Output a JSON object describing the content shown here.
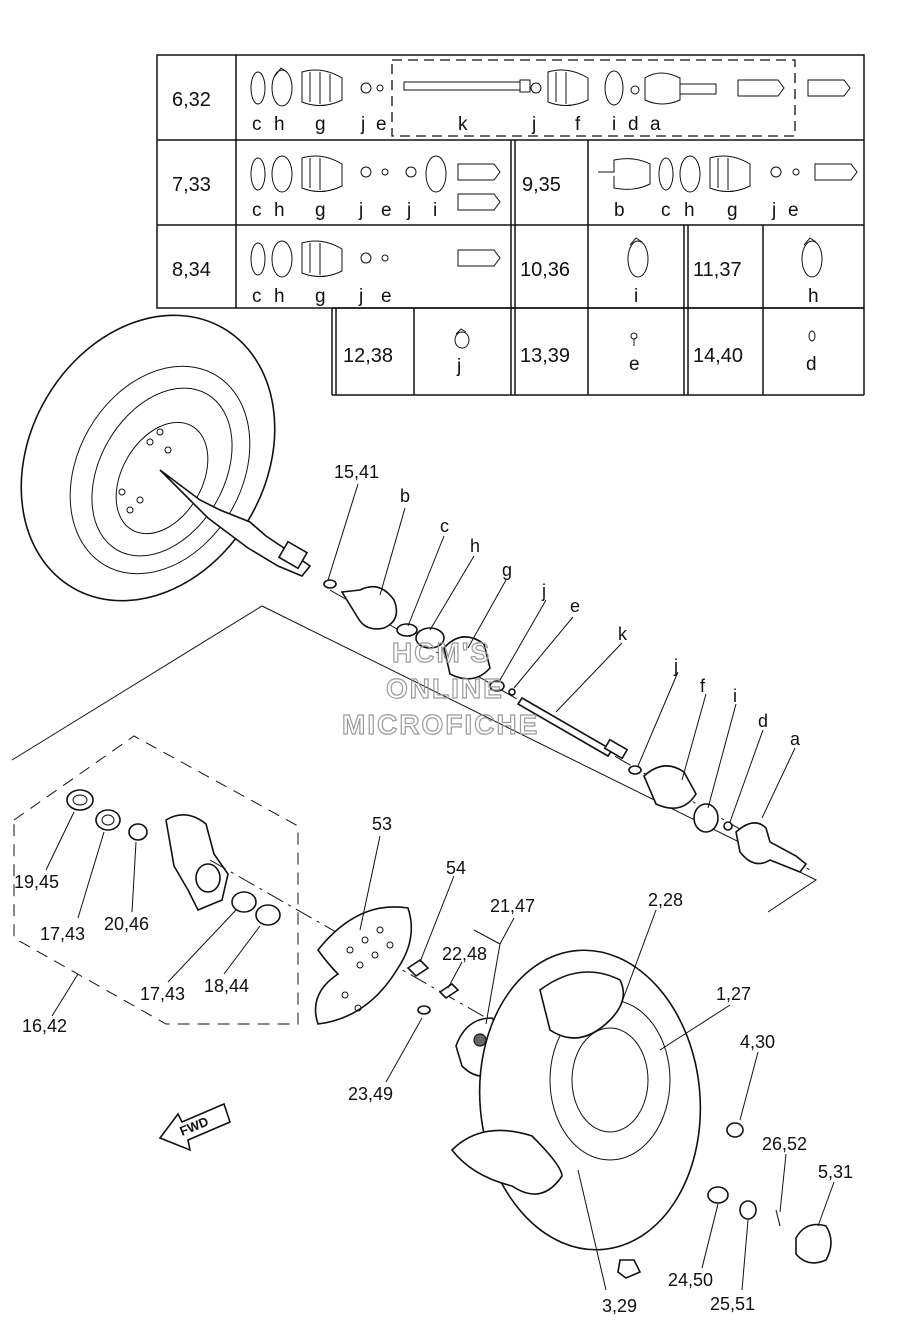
{
  "table": {
    "row1": {
      "ref": "6,32",
      "letters": [
        "c",
        "h",
        "g",
        "j",
        "e",
        "k",
        "j",
        "f",
        "i",
        "d",
        "a"
      ]
    },
    "row2": {
      "ref": "7,33",
      "letters": [
        "c",
        "h",
        "g",
        "j",
        "e",
        "j",
        "i"
      ],
      "ref_b": "9,35",
      "letters_b": [
        "b",
        "c",
        "h",
        "g",
        "j",
        "e"
      ]
    },
    "row3": {
      "ref": "8,34",
      "letters": [
        "c",
        "h",
        "g",
        "j",
        "e"
      ],
      "cells": [
        {
          "ref": "10,36",
          "letter": "i"
        },
        {
          "ref": "11,37",
          "letter": "h"
        }
      ]
    },
    "row4": {
      "cells": [
        {
          "ref": "12,38",
          "letter": "j"
        },
        {
          "ref": "13,39",
          "letter": "e"
        },
        {
          "ref": "14,40",
          "letter": "d"
        }
      ]
    }
  },
  "callouts": {
    "n15_41": "15,41",
    "b": "b",
    "c": "c",
    "h": "h",
    "g": "g",
    "j1": "j",
    "e": "e",
    "k": "k",
    "j2": "j",
    "f": "f",
    "i": "i",
    "d": "d",
    "a": "a",
    "n53": "53",
    "n54": "54",
    "n21_47": "21,47",
    "n2_28": "2,28",
    "n22_48": "22,48",
    "n1_27": "1,27",
    "n4_30": "4,30",
    "n26_52": "26,52",
    "n5_31": "5,31",
    "n23_49": "23,49",
    "n24_50": "24,50",
    "n25_51": "25,51",
    "n3_29": "3,29",
    "n19_45": "19,45",
    "n17_43a": "17,43",
    "n20_46": "20,46",
    "n17_43b": "17,43",
    "n18_44": "18,44",
    "n16_42": "16,42"
  },
  "fwd": "FWD",
  "watermark": [
    "HCM'S",
    "ONLINE",
    "MICROFICHE"
  ]
}
